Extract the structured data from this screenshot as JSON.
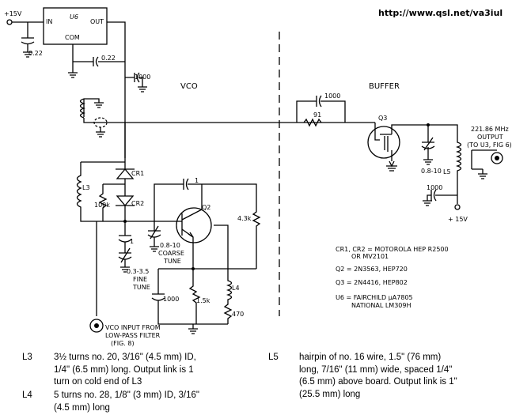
{
  "url": "http://www.qsl.net/va3iul",
  "sections": {
    "vco": "VCO",
    "buffer": "BUFFER"
  },
  "supply": {
    "top": "+15V",
    "buffer": "+ 15V"
  },
  "regulator": {
    "name": "U6",
    "in": "IN",
    "out": "OUT",
    "com": "COM"
  },
  "parts": {
    "c_in": "0.22",
    "c_out": "0.22",
    "c_1000_vco": "1000",
    "c_1000_buf": "1000",
    "r_91": "91",
    "q3": "Q3",
    "c_08_10_buf": "0.8-10",
    "l5": "L5",
    "c_1000_l5": "1000",
    "output": [
      "221.86 MHz",
      "OUTPUT",
      "(TO U3, FIG 6)"
    ],
    "cr1": "CR1",
    "cr2": "CR2",
    "l3": "L3",
    "r_100k": "100k",
    "c_1_top": "1",
    "q2": "Q2",
    "r_43k": "4.3k",
    "c_1_left": "1",
    "coarse": [
      "0.8-10",
      "COARSE",
      "TUNE"
    ],
    "fine": [
      "0.3-3.5",
      "FINE",
      "TUNE"
    ],
    "c_1000_bot": "1000",
    "r_15k": "1.5k",
    "l4": "L4",
    "r_470": "470",
    "vco_input": [
      "VCO INPUT FROM",
      "LOW-PASS FILTER",
      "(FIG. 8)"
    ]
  },
  "parts_list": [
    "CR1, CR2 = MOTOROLA HEP R2500",
    "OR MV2101",
    "Q2  = 2N3563, HEP720",
    "Q3  = 2N4416, HEP802",
    "U6  = FAIRCHILD µA7805",
    "NATIONAL LM309H"
  ],
  "notes": [
    {
      "key": "L3",
      "lines": [
        "3½ turns no. 20, 3/16\" (4.5 mm) ID,",
        "1/4\" (6.5 mm) long. Output link is 1",
        "turn on cold end of L3"
      ]
    },
    {
      "key": "L4",
      "lines": [
        "5 turns no. 28, 1/8\" (3 mm) ID, 3/16\"",
        "(4.5 mm) long"
      ]
    },
    {
      "key": "L5",
      "lines": [
        "hairpin of no. 16 wire, 1.5\" (76 mm)",
        "long, 7/16\" (11 mm) wide, spaced 1/4\"",
        "(6.5 mm) above board. Output link is 1\"",
        "(25.5 mm) long"
      ]
    }
  ]
}
